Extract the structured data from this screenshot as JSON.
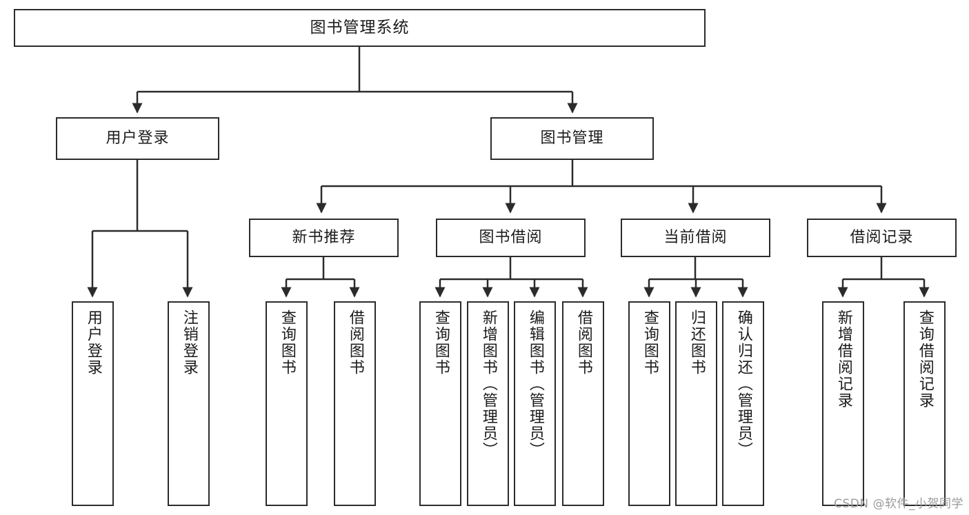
{
  "diagram": {
    "type": "tree",
    "title": "图书管理系统",
    "watermark": "CSDN @软件_小贺同学",
    "colors": {
      "stroke": "#2b2b2b",
      "fill": "#ffffff",
      "text": "#1b1b1b",
      "watermark": "#9a9a9a"
    },
    "nodes": {
      "root": {
        "label": "图书管理系统",
        "orientation": "horizontal"
      },
      "l1": [
        {
          "label": "用户登录",
          "orientation": "horizontal"
        },
        {
          "label": "图书管理",
          "orientation": "horizontal"
        }
      ],
      "l2": [
        {
          "label": "新书推荐",
          "orientation": "horizontal"
        },
        {
          "label": "图书借阅",
          "orientation": "horizontal"
        },
        {
          "label": "当前借阅",
          "orientation": "horizontal"
        },
        {
          "label": "借阅记录",
          "orientation": "horizontal"
        }
      ],
      "leaves": {
        "user_login": [
          {
            "label": "用户登录",
            "orientation": "vertical"
          },
          {
            "label": "注销登录",
            "orientation": "vertical"
          }
        ],
        "new_book": [
          {
            "label": "查询图书",
            "orientation": "vertical"
          },
          {
            "label": "借阅图书",
            "orientation": "vertical"
          }
        ],
        "borrow_book": [
          {
            "label": "查询图书",
            "orientation": "vertical"
          },
          {
            "label": "新增图书（管理员）",
            "orientation": "vertical"
          },
          {
            "label": "编辑图书（管理员）",
            "orientation": "vertical"
          },
          {
            "label": "借阅图书",
            "orientation": "vertical"
          }
        ],
        "current_borrow": [
          {
            "label": "查询图书",
            "orientation": "vertical"
          },
          {
            "label": "归还图书",
            "orientation": "vertical"
          },
          {
            "label": "确认归还（管理员）",
            "orientation": "vertical"
          }
        ],
        "borrow_record": [
          {
            "label": "新增借阅记录",
            "orientation": "vertical"
          },
          {
            "label": "查询借阅记录",
            "orientation": "vertical"
          }
        ]
      }
    }
  }
}
